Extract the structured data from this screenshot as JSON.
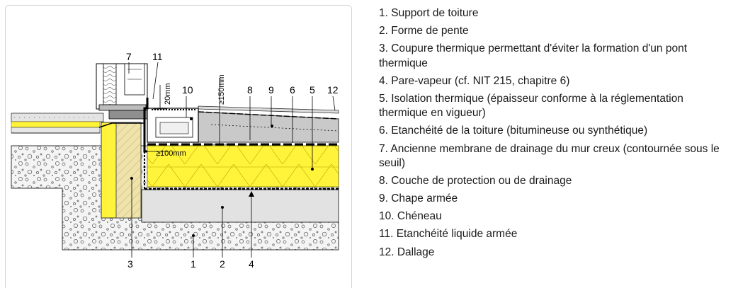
{
  "diagram": {
    "callouts_top": [
      "7",
      "11",
      "10",
      "8",
      "9",
      "6",
      "5",
      "12"
    ],
    "callouts_bottom": [
      "3",
      "1",
      "2",
      "4"
    ],
    "dimensions": [
      "20mm",
      "≥150mm",
      "≥100mm"
    ]
  },
  "legend": [
    "1. Support de toiture",
    "2. Forme de pente",
    "3. Coupure thermique permettant d'éviter la formation d'un pont thermique",
    "4. Pare-vapeur (cf. NIT 215, chapitre 6)",
    "5. Isolation thermique (épaisseur conforme à la réglementation thermique en vigueur)",
    "6. Etanchéité de la toiture (bitumineuse ou synthétique)",
    "7. Ancienne membrane de drainage du mur creux (contournée sous le seuil)",
    "8. Couche de protection ou de drainage",
    "9. Chape armée",
    "10. Chéneau",
    "11. Etanchéité liquide armée",
    "12. Dallage"
  ],
  "colors": {
    "insulation": "#fff43a",
    "screed": "#d6d6d6",
    "concrete": "#f4f4f4",
    "frame_border": "#d4d4d4"
  }
}
